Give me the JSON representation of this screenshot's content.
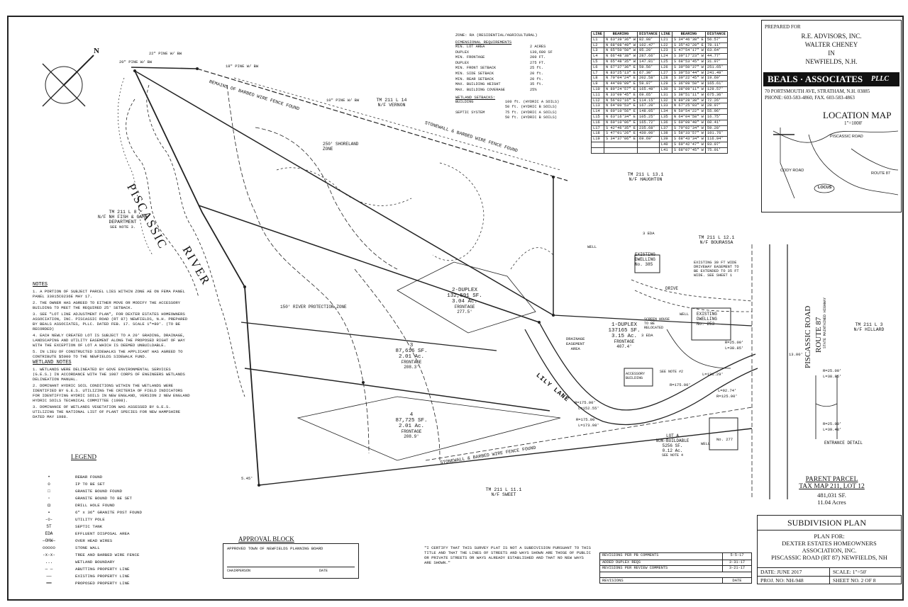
{
  "prepared_for": {
    "heading": "PREPARED FOR",
    "line1": "R.E. ADVISORS, INC.",
    "line2": "WALTER CHENEY",
    "line3": "IN",
    "line4": "NEWFIELDS, N.H."
  },
  "firm": {
    "name": "BEALS · ASSOCIATES",
    "suffix": "PLLC",
    "address": "70 PORTSMOUTH AVE, STRATHAM, N.H. 03885",
    "phone": "PHONE: 603-583-4860, FAX. 603-583-4863"
  },
  "location_map": {
    "title": "LOCATION MAP",
    "scale": "1\"=1000'",
    "locus": "LOCUS",
    "road1": "PISCASSIC ROAD",
    "road2": "ROUTE 87",
    "road3": "CODY ROAD"
  },
  "zoning": {
    "zone": "ZONE: RA (RESIDENTIAL/AGRICULTURAL)",
    "heading": "DIMENSIONAL REQUIREMENTS",
    "rows": [
      [
        "MIN. LOT AREA",
        "2 ACRES"
      ],
      [
        "DUPLEX",
        "130,680 SF"
      ],
      [
        "MIN. FRONTAGE",
        "200 FT."
      ],
      [
        "DUPLEX",
        "275 FT."
      ],
      [
        "MIN. FRONT SETBACK",
        "25 ft."
      ],
      [
        "MIN. SIDE SETBACK",
        "20 ft."
      ],
      [
        "MIN. REAR SETBACK",
        "20 ft."
      ],
      [
        "MAX. BUILDING HEIGHT",
        "35 ft."
      ],
      [
        "MAX. BUILDING COVERAGE",
        "25%"
      ]
    ],
    "wetland_heading": "WETLAND SETBACKS:",
    "wetland_rows": [
      [
        "BUILDING",
        "100 ft. (HYDRIC A SOILS)"
      ],
      [
        "",
        "50 ft. (HYDRIC B SOILS)"
      ],
      [
        "SEPTIC SYSTEM",
        "75 ft. (HYDRIC A SOILS)"
      ],
      [
        "",
        "50 ft. (HYDRIC B SOILS)"
      ]
    ]
  },
  "line_table": {
    "headers": [
      "LINE",
      "BEARING",
      "DISTANCE",
      "LINE",
      "BEARING",
      "DISTANCE"
    ],
    "rows": [
      [
        "L1",
        "N 63°39'36\" W",
        "82.08'",
        "L21",
        "S 34°46'38\" E",
        "56.57'"
      ],
      [
        "L2",
        "N 68°08'49\" W",
        "102.47'",
        "L22",
        "S 35°42'20\" E",
        "78.11'"
      ],
      [
        "L3",
        "N 65°50'50\" W",
        "95.20'",
        "L23",
        "S 47°54'17\" W",
        "63.64'"
      ],
      [
        "L4",
        "N 66°48'38\" W",
        "287.66'",
        "L24",
        "S 39°17'23\" W",
        "44.77'"
      ],
      [
        "L5",
        "N 65°48'35\" W",
        "147.81'",
        "L25",
        "S 68°53'45\" W",
        "31.97'"
      ],
      [
        "L6",
        "N 67°37'36\" E",
        "59.56'",
        "L26",
        "S 39°50'37\" W",
        "251.65'"
      ],
      [
        "L7",
        "N 83°25'13\" E",
        "67.30'",
        "L27",
        "S 39°53'44\" W",
        "241.49'"
      ],
      [
        "L8",
        "N 70°04'24\" E",
        "202.58'",
        "L28",
        "S 39°22'45\" W",
        "19.69'"
      ],
      [
        "L9",
        "N 44°00'09\" E",
        "59.07'",
        "L29",
        "S 36°09'50\" W",
        "165.61'"
      ],
      [
        "L10",
        "N 89°24'57\" E",
        "165.49'",
        "L30",
        "S 38°09'11\" W",
        "129.57'"
      ],
      [
        "L11",
        "N 33°09'45\" E",
        "69.65'",
        "L31",
        "S 38°51'11\" W",
        "675.36'"
      ],
      [
        "L12",
        "N 56°02'16\" E",
        "114.15'",
        "L32",
        "N 89°28'38\" W",
        "72.26'"
      ],
      [
        "L13",
        "N 64°00'53\" E",
        "167.20'",
        "L33",
        "N 67°25'03\" W",
        "28.07'"
      ],
      [
        "L14",
        "N 60°10'56\" E",
        "148.05'",
        "L34",
        "N 50°54'22\" W",
        "55.96'"
      ],
      [
        "L15",
        "N 63°16'34\" E",
        "105.25'",
        "L35",
        "N 64°04'58\" W",
        "16.75'"
      ],
      [
        "L16",
        "N 60°10'06\" E",
        "165.72'",
        "L36",
        "S 60°09'40\" W",
        "60.41'"
      ],
      [
        "L17",
        "S 42°46'35\" E",
        "235.68'",
        "L37",
        "S 79°02'34\" W",
        "59.28'"
      ],
      [
        "L18",
        "S 47°01'26\" E",
        "430.00'",
        "L38",
        "S 58°33'57\" W",
        "101.76'"
      ],
      [
        "L19",
        "S 34°37'06\" E",
        "69.69'",
        "L39",
        "S 68°43'34\" W",
        "116.94'"
      ],
      [
        "",
        "",
        "",
        "L40",
        "S 69°42'47\" W",
        "93.07'"
      ],
      [
        "",
        "",
        "",
        "L41",
        "S 68°07'45\" W",
        "75.01'"
      ]
    ]
  },
  "map_labels": {
    "river1": "PISCASSIC",
    "river2": "RIVER",
    "lot_l8": [
      "TM 211 L 8",
      "N/F NH FISH & GAME",
      "DEPARTMENT",
      "SEE NOTE 3."
    ],
    "lot_l14": [
      "TM 211 L 14",
      "N/F VERNON"
    ],
    "lot_l13": [
      "TM 211 L 13.1",
      "N/F HAUGHTON"
    ],
    "lot_l12": [
      "TM 211 L 12.1",
      "N/F BOURASSA"
    ],
    "lot_l11": [
      "TM 211 L 11.1",
      "N/F SWEET"
    ],
    "lot_l3": [
      "TM 211 L 3",
      "N/F HILLARD"
    ],
    "lot2": [
      "2-DUPLEX",
      "132,591 SF.",
      "3.04 Ac.",
      "FRONTAGE",
      "277.5'"
    ],
    "lot1": [
      "1-DUPLEX",
      "137165 SF.",
      "3.15 Ac.",
      "FRONTAGE",
      "407.4'"
    ],
    "lot3": [
      "3",
      "87,616 SF.",
      "2.01 Ac.",
      "FRONTAGE",
      "208.3'"
    ],
    "lot4": [
      "4",
      "87,725 SF.",
      "2.01 Ac.",
      "FRONTAGE",
      "208.9'"
    ],
    "lotA": [
      "LOT A",
      "NON-BUILDABLE",
      "5256 SF.",
      "0.12 Ac.",
      "SEE NOTE 4"
    ],
    "fence1": "REMAINS OF BARBED WIRE FENCE FOUND",
    "fence2": "STONEWALL & BARBED WIRE FENCE FOUND",
    "fence3": "STONEWALL & BARBED WIRE FENCE FOUND",
    "shoreland": [
      "250' SHORELAND",
      "ZONE"
    ],
    "river_zone": "150' RIVER PROTECTION ZONE",
    "lily_lane": "LILY LANE",
    "drainage": [
      "DRAINAGE",
      "EASEMENT",
      "AREA"
    ],
    "existing_385": [
      "EXISTING",
      "DWELLING",
      "No. 385"
    ],
    "existing_253": [
      "EXISTING",
      "DWELLING",
      "No. 253"
    ],
    "screen_house": [
      "SCREEN HOUSE",
      "TO BE",
      "RELOCATED"
    ],
    "accessory": [
      "ACCESSORY",
      "BUILDING"
    ],
    "see_note": "SEE NOTE #2",
    "well": "WELL",
    "drive": "DRIVE",
    "eda": "3 EDA",
    "easement": [
      "EXISTING 30 FT WIDE",
      "DRIVEWAY EASEMENT TO",
      "BE EXTENDED TO 35 FT",
      "WIDE. SEE SHEET 1"
    ],
    "road_name": "PISCASSIC ROAD",
    "road_route": "ROUTE 87",
    "road_sub": "STATE MAINTAINED HIGHWAY",
    "pine1": "20\" PINE W/ BW",
    "pine2": "22\" PINE W/ BW",
    "pine3": "18\" PINE W/ BW",
    "pine4": "10\" PINE W/ BW",
    "no277": "No. 277",
    "c1": "R=25.00'",
    "c1b": "L=38.85'",
    "c2": "R=175.00'",
    "c2b": "L=152.55'",
    "c3": "R=125.00'",
    "c3b": "L=92.74'",
    "c4": "R=175.00'",
    "c4b": "L=173.98'",
    "d1": "13.00'",
    "d2": "5.45'",
    "d3": "L=131.29'",
    "d4": "R=175.00'"
  },
  "entrance_detail": {
    "title": "ENTRANCE DETAIL",
    "a": "R=25.00'",
    "b": "L=38.85'",
    "c": "R=25.00'",
    "d": "L=39.48'"
  },
  "parent_parcel": {
    "title": "PARENT PARCEL",
    "line2": "TAX MAP 211, LOT 12",
    "area": "481,031 SF.",
    "acres": "11.04 Acres"
  },
  "notes": {
    "title": "NOTES",
    "items": [
      "1. A PORTION OF SUBJECT PARCEL LIES WITHIN ZONE AE ON FEMA PANEL PANEL 33015C0236E MAY 17.",
      "2. THE OWNER HAS AGREED TO EITHER MOVE OR MODIFY THE ACCESSORY BUILDING TO MEET THE REQUIRED 25' SETBACK.",
      "3. SEE \"LOT LINE ADJUSTMENT PLAN\", FOR DEXTER ESTATES HOMEOWNERS ASSOCIATION, INC. PISCASSIC ROAD (RT 87) NEWFIELDS, N.H. PREPARED BY BEALS ASSOCIATES, PLLC. DATED FEB. 17. SCALE 1\"=80'. (TO BE RECORDED)",
      "4. EACH NEWLY CREATED LOT IS SUBJECT TO A 20' GRADING, DRAINAGE, LANDSCAPING AND UTILITY EASEMENT ALONG THE PROPOSED RIGHT OF WAY WITH THE EXCEPTION OF LOT A WHICH IS DEEMED UNBUILDABLE.",
      "5. IN LIEU OF CONSTRUCTED SIDEWALKS THE APPLICANT HAS AGREED TO CONTRIBUTE $5000 TO THE NEWFIELDS SIDEWALK FUND."
    ]
  },
  "wetland_notes": {
    "title": "WETLAND NOTES",
    "items": [
      "1. WETLANDS WERE DELINEATED BY GOVE ENVIRONMENTAL SERVICES (G.E.S.) IN ACCORDANCE WITH THE 1987 CORPS OF ENGINEERS WETLANDS DELINEATION MANUAL.",
      "2. DOMINANT HYDRIC SOIL CONDITIONS WITHIN THE WETLANDS WERE IDENTIFIED BY G.E.S. UTILIZING THE CRITERIA OF FIELD INDICATORS FOR IDENTIFYING HYDRIC SOILS IN NEW ENGLAND, VERSION 2 NEW ENGLAND HYDRIC SOILS TECHNICAL COMMITTEE (1998).",
      "3. DOMINANCE OF WETLANDS VEGETATION WAS ASSESSED BY G.E.S. UTILIZING THE NATIONAL LIST OF PLANT SPECIES FOR NEW HAMPSHIRE DATED MAY 1988."
    ]
  },
  "legend": {
    "title": "LEGEND",
    "items": [
      "REBAR FOUND",
      "IP TO BE SET",
      "GRANITE BOUND FOUND",
      "GRANITE BOUND TO BE SET",
      "DRILL HOLE FOUND",
      "6\" x 36\" GRANITE POST FOUND",
      "UTILITY POLE",
      "SEPTIC TANK",
      "EFFLUENT DISPOSAL AREA",
      "OVER HEAD WIRES",
      "STONE WALL",
      "TREE AND BARBED WIRE FENCE",
      "WETLAND BOUNDARY",
      "ABUTTING PROPERTY LINE",
      "EXISTING PROPERTY LINE",
      "PROPOSED PROPERTY LINE"
    ],
    "symbols": [
      "•",
      "o",
      "□",
      "▫",
      "◘",
      "▪",
      "-o-",
      "ST",
      "EDA",
      "—OHW—",
      "ooooo",
      "-x-x-",
      "...",
      "— —",
      "——",
      "━━"
    ]
  },
  "approval": {
    "title": "APPROVAL BLOCK",
    "board": "APPROVED TOWN OF NEWFIELDS PLANNING BOARD",
    "chair": "CHAIRPERSON",
    "date": "DATE"
  },
  "certify": "\"I CERTIFY THAT THIS SURVEY PLAT IS NOT A SUBDIVISION PURSUANT TO THIS TITLE AND THAT THE LINES OF STREETS AND WAYS SHOWN ARE THOSE OF PUBLIC OR PRIVATE STREETS OR WAYS ALREADY ESTABLISHED AND THAT NO NEW WAYS ARE SHOWN.\"",
  "revisions": {
    "rows": [
      [
        "REVISIONS PER PB COMMENTS",
        "5-5-17"
      ],
      [
        "ADDED DUPLEX REQS",
        "3-31-17"
      ],
      [
        "REVISIONS PER REVIEW COMMENTS",
        "3-21-17"
      ]
    ],
    "header_left": "REVISIONS",
    "header_right": "DATE"
  },
  "title_block": {
    "title": "SUBDIVISION PLAN",
    "plan_for": "PLAN FOR:",
    "line1": "DEXTER ESTATES HOMEOWNERS",
    "line2": "ASSOCIATION, INC.",
    "line3": "PISCASSIC ROAD (RT 87) NEWFIELDS, NH",
    "date": "DATE: JUNE 2017",
    "scale": "SCALE: 1\"=50'",
    "proj": "PROJ. NO: NH-948",
    "sheet": "SHEET NO. 2 OF 8"
  },
  "north": "N"
}
